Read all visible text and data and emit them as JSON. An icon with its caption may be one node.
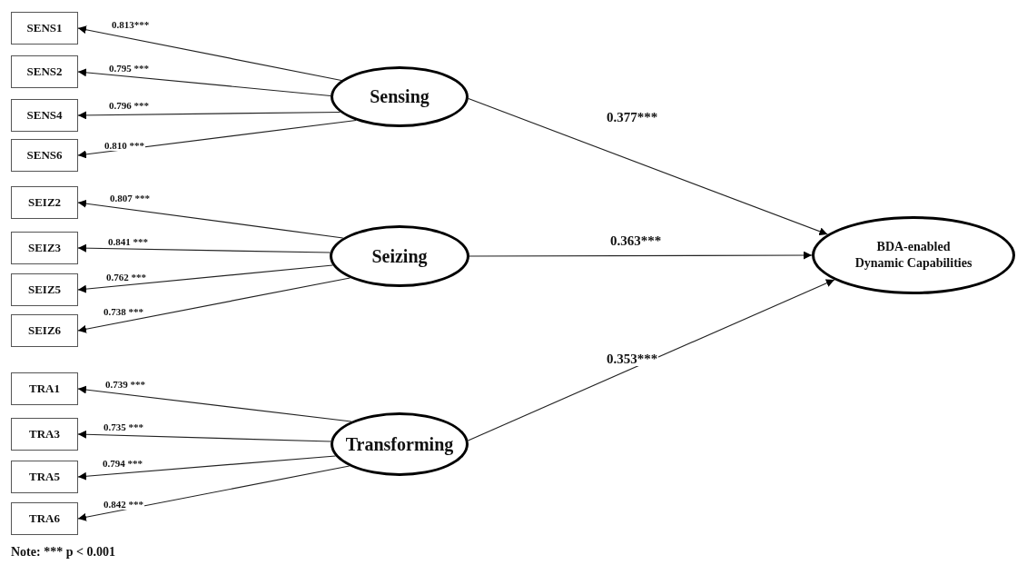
{
  "diagram": {
    "nodes": [
      {
        "text": [
          "SENS1"
        ]
      },
      {
        "text": [
          "SENS2"
        ]
      },
      {
        "text": [
          "SENS4"
        ]
      },
      {
        "text": [
          "SENS6"
        ]
      },
      {
        "text": [
          "SEIZ2"
        ]
      },
      {
        "text": [
          "SEIZ3"
        ]
      },
      {
        "text": [
          "SEIZ5"
        ]
      },
      {
        "text": [
          "SEIZ6"
        ]
      },
      {
        "text": [
          "TRA1"
        ]
      },
      {
        "text": [
          "TRA3"
        ]
      },
      {
        "text": [
          "TRA5"
        ]
      },
      {
        "text": [
          "TRA6"
        ]
      },
      {
        "text": [
          "Sensing"
        ]
      },
      {
        "text": [
          "Seizing"
        ]
      },
      {
        "text": [
          "Transforming"
        ]
      },
      {
        "text": [
          "BDA-enabled Dynamic Capabilities"
        ]
      }
    ],
    "edges": [
      {
        "from": 12,
        "to": 0,
        "arrow": "to",
        "label": "0.813***"
      },
      {
        "from": 12,
        "to": 1,
        "arrow": "to",
        "label": "0.795 ***"
      },
      {
        "from": 12,
        "to": 2,
        "arrow": "to",
        "label": "0.796 ***"
      },
      {
        "from": 12,
        "to": 3,
        "arrow": "to",
        "label": "0.810 ***"
      },
      {
        "from": 13,
        "to": 4,
        "arrow": "to",
        "label": "0.807 ***"
      },
      {
        "from": 13,
        "to": 5,
        "arrow": "to",
        "label": "0.841 ***"
      },
      {
        "from": 13,
        "to": 6,
        "arrow": "to",
        "label": "0.762 ***"
      },
      {
        "from": 13,
        "to": 7,
        "arrow": "to",
        "label": "0.738 ***"
      },
      {
        "from": 14,
        "to": 8,
        "arrow": "to",
        "label": "0.739 ***"
      },
      {
        "from": 14,
        "to": 9,
        "arrow": "to",
        "label": "0.735 ***"
      },
      {
        "from": 14,
        "to": 10,
        "arrow": "to",
        "label": "0.794 ***"
      },
      {
        "from": 14,
        "to": 11,
        "arrow": "to",
        "label": "0.842 ***"
      },
      {
        "from": 12,
        "to": 15,
        "arrow": "to",
        "label": "0.377***"
      },
      {
        "from": 13,
        "to": 15,
        "arrow": "to",
        "label": "0.363***"
      },
      {
        "from": 14,
        "to": 15,
        "arrow": "to",
        "label": "0.353***"
      }
    ],
    "labels": [
      "Note: *** p < 0.001"
    ]
  }
}
